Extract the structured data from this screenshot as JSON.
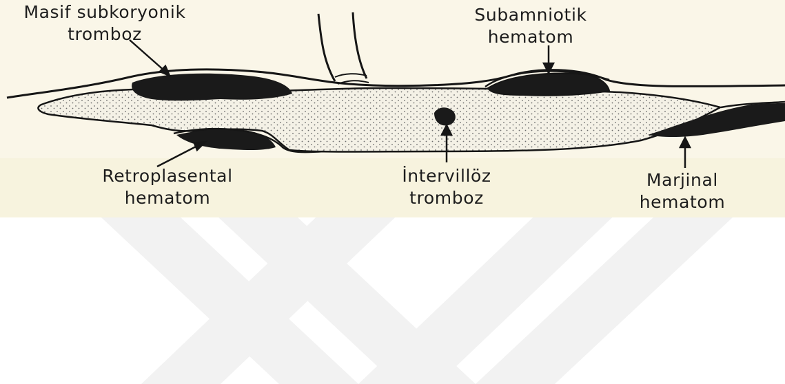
{
  "labels": {
    "masif_subkoryonik": [
      "Masif subkoryonik",
      "tromboz"
    ],
    "subamniotik": [
      "Subamniotik",
      "hematom"
    ],
    "retroplasental": [
      "Retroplasental",
      "hematom"
    ],
    "intervilloz": [
      "İntervillöz",
      "tromboz"
    ],
    "marjinal": [
      "Marjinal",
      "hematom"
    ]
  },
  "colors": {
    "paper": "#f7f3df",
    "ink": "#161616",
    "placenta_fill": "#f3f0e6",
    "stipple": "#6b6b6b",
    "watermark": "#f1f1f1"
  }
}
